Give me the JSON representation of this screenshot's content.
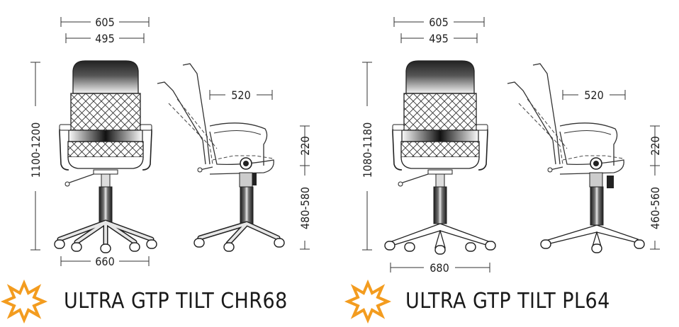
{
  "left": {
    "title": "ULTRA GTP TILT CHR68",
    "width_outer": "605",
    "width_inner": "495",
    "height_total": "1100-1200",
    "depth": "520",
    "armrest_height": "220",
    "seat_height": "480-580",
    "base_width": "660"
  },
  "right": {
    "title": "ULTRA GTP TILT PL64",
    "width_outer": "605",
    "width_inner": "495",
    "height_total": "1080-1180",
    "depth": "520",
    "armrest_height": "220",
    "seat_height": "460-560",
    "base_width": "680"
  },
  "colors": {
    "star": "#f39c1f",
    "line": "#333333",
    "text": "#1a1a1a"
  },
  "icons": {
    "badge": "star-burst-icon"
  }
}
